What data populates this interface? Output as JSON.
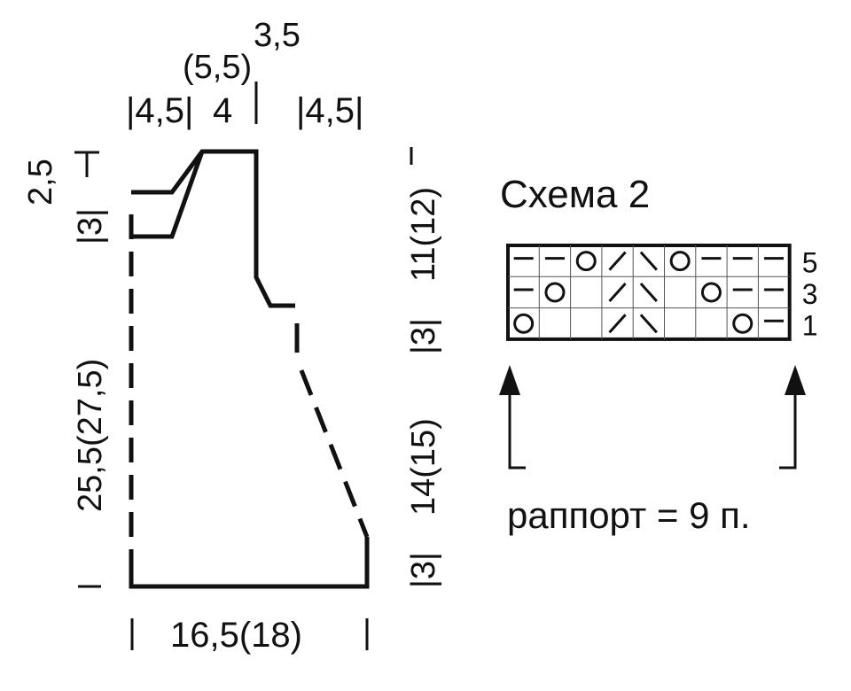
{
  "pattern_piece": {
    "top_widths": {
      "left_label": "|4,5|",
      "middle_label": "4",
      "right_label": "|4,5|"
    },
    "neck_drop": {
      "value_main": "3,5",
      "value_alt": "(5,5)"
    },
    "left_heights": {
      "shoulder_label": "2,5",
      "edge_label": "|3|",
      "side_label": "25,5(27,5)"
    },
    "right_heights": {
      "armhole_label": "11(12)",
      "shoulder_step_label": "|3|",
      "slope_label": "14(15)",
      "hem_label": "|3|"
    },
    "bottom_width": {
      "label": "16,5(18)"
    }
  },
  "chart": {
    "title": "Схема 2",
    "row_numbers": [
      "5",
      "3",
      "1"
    ],
    "cols": 9,
    "rows": [
      [
        "dash",
        "dash",
        "circle",
        "slash",
        "backslash",
        "circle",
        "dash",
        "dash",
        "dash"
      ],
      [
        "dash",
        "circle",
        "blank",
        "slash",
        "backslash",
        "blank",
        "circle",
        "dash",
        "dash"
      ],
      [
        "circle",
        "blank",
        "blank",
        "slash",
        "backslash",
        "blank",
        "blank",
        "circle",
        "dash"
      ]
    ],
    "repeat_label": "раппорт = 9 п."
  }
}
